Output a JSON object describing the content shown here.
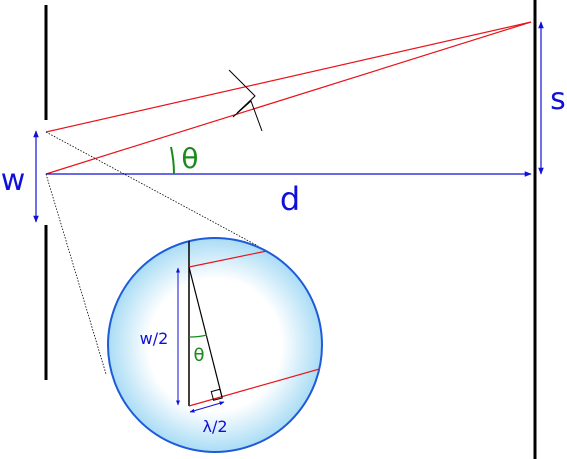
{
  "labels": {
    "w": "w",
    "d": "d",
    "s": "s",
    "theta_main": "θ",
    "half_w": "w/2",
    "theta_inset": "θ",
    "half_lambda": "λ/2"
  },
  "colors": {
    "line": "#000000",
    "ray": "#e8141b",
    "dimension": "#1010d8",
    "angle": "#1a8a1a",
    "inset_rim": "#1e5bd8",
    "inset_fill_center": "#ffffff",
    "inset_fill_edge": "#a9dcf5"
  }
}
